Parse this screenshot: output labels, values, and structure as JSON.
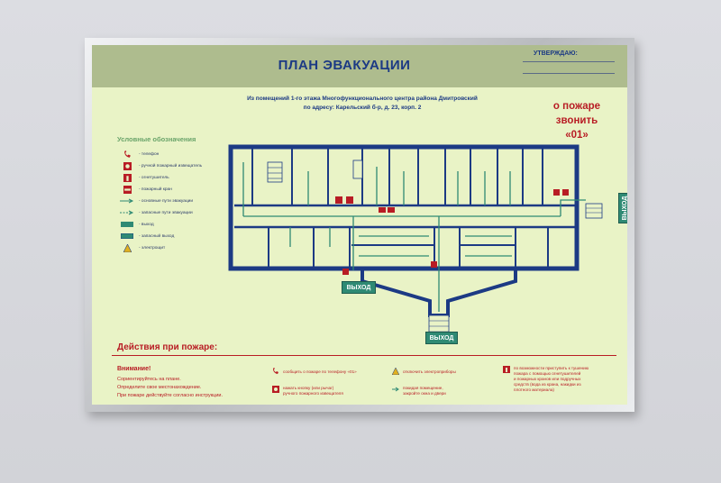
{
  "plan": {
    "title": "ПЛАН ЭВАКУАЦИИ",
    "approve": "УТВЕРЖДАЮ:",
    "subtitle_line1": "Из помещений 1-го этажа  Многофункционального центра района Дмитровский",
    "subtitle_line2": "по адресу: Карельский б-р, д. 23, корп. 2",
    "fire_line1": "о пожаре",
    "fire_line2": "звонить",
    "fire_line3": "«01»",
    "exit_label": "ВЫХОД"
  },
  "legend": {
    "title": "Условные обозначения",
    "items": [
      {
        "icon": "phone-icon",
        "label": "- телефон"
      },
      {
        "icon": "fire-alarm-icon",
        "label": "- ручной пожарный извещатель"
      },
      {
        "icon": "extinguisher-icon",
        "label": "- огнетушитель"
      },
      {
        "icon": "fire-hydrant-icon",
        "label": "- пожарный кран"
      },
      {
        "icon": "main-route-arrow-icon",
        "label": "- основные пути эвакуации"
      },
      {
        "icon": "backup-route-arrow-icon",
        "label": "- запасные пути эвакуации"
      },
      {
        "icon": "exit-sign-icon",
        "label": "- выход"
      },
      {
        "icon": "backup-exit-sign-icon",
        "label": "- запасный выход"
      },
      {
        "icon": "electric-panel-icon",
        "label": "- электрощит"
      }
    ]
  },
  "actions": {
    "title": "Действия при пожаре:",
    "attention": "Внимание!",
    "attention_lines": [
      "Сориентируйтесь на плане.",
      "Определите свое местонахождение.",
      "При пожаре действуйте согласно инструкции."
    ],
    "steps": [
      {
        "icon": "phone-icon",
        "lines": [
          "сообщить о пожаре по телефону «01»"
        ]
      },
      {
        "icon": "fire-alarm-icon",
        "lines": [
          "нажать кнопку (или рычаг)",
          "ручного пожарного извещателя"
        ]
      },
      {
        "icon": "electric-panel-icon",
        "lines": [
          "отключить электроприборы"
        ]
      },
      {
        "icon": "main-route-arrow-icon",
        "lines": [
          "покидая помещение,",
          "закройте окна и двери"
        ]
      },
      {
        "icon": "extinguisher-icon",
        "lines": [
          "по возможности приступить к тушению",
          "пожара с помощью огнетушителей",
          "и пожарных кранов или подручных",
          "средств (вода из крана, накидки из",
          "плотного материала)"
        ]
      }
    ]
  },
  "colors": {
    "wall": "#1c3a84",
    "route": "#2f8a74",
    "fire_red": "#b81c24",
    "background": "#e9f3c6",
    "header": "#aebc8e"
  }
}
